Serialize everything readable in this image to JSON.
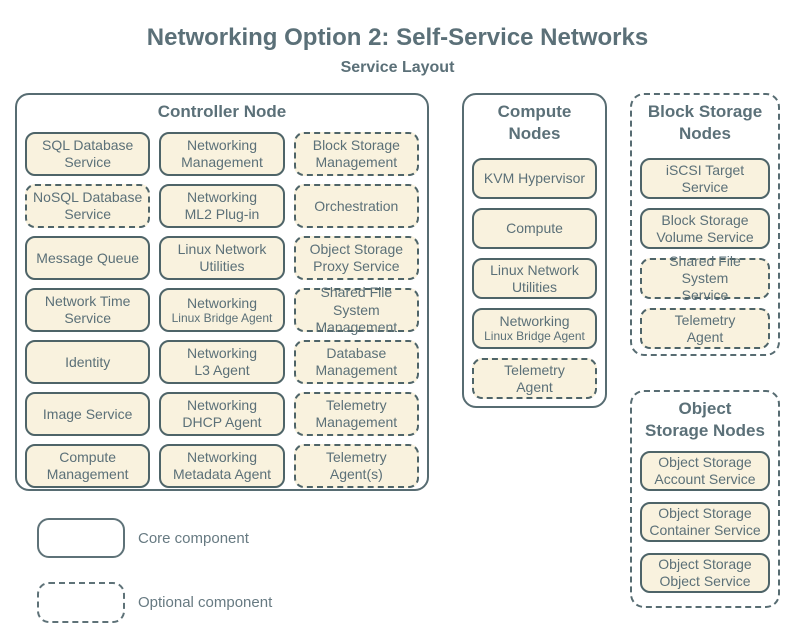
{
  "page": {
    "title": "Networking Option 2: Self-Service Networks",
    "subtitle": "Service Layout"
  },
  "colors": {
    "box_fill": "#f9f2de",
    "box_border": "#4e6468",
    "container_border": "#576c72",
    "text": "#5b7078",
    "legend_border": "#5e7278",
    "legend_text": "#677a82"
  },
  "containers": [
    {
      "id": "controller",
      "name": "controller-node",
      "title_lines": [
        "Controller Node"
      ],
      "border": "solid",
      "services": [
        {
          "lines": [
            "SQL Database",
            "Service"
          ],
          "type": "core"
        },
        {
          "lines": [
            "Networking",
            "Management"
          ],
          "type": "core"
        },
        {
          "lines": [
            "Block Storage",
            "Management"
          ],
          "type": "optional"
        },
        {
          "lines": [
            "NoSQL Database",
            "Service"
          ],
          "type": "optional"
        },
        {
          "lines": [
            "Networking",
            "ML2 Plug-in"
          ],
          "type": "core"
        },
        {
          "lines": [
            "Orchestration"
          ],
          "type": "optional"
        },
        {
          "lines": [
            "Message Queue"
          ],
          "type": "core"
        },
        {
          "lines": [
            "Linux Network",
            "Utilities"
          ],
          "type": "core"
        },
        {
          "lines": [
            "Object Storage",
            "Proxy Service"
          ],
          "type": "optional"
        },
        {
          "lines": [
            "Network Time",
            "Service"
          ],
          "type": "core"
        },
        {
          "lines": [
            "Networking",
            "Linux Bridge Agent"
          ],
          "small2": true,
          "type": "core"
        },
        {
          "lines": [
            "Shared File System",
            "Management"
          ],
          "type": "optional"
        },
        {
          "lines": [
            "Identity"
          ],
          "type": "core"
        },
        {
          "lines": [
            "Networking",
            "L3 Agent"
          ],
          "type": "core"
        },
        {
          "lines": [
            "Database",
            "Management"
          ],
          "type": "optional"
        },
        {
          "lines": [
            "Image Service"
          ],
          "type": "core"
        },
        {
          "lines": [
            "Networking",
            "DHCP Agent"
          ],
          "type": "core"
        },
        {
          "lines": [
            "Telemetry",
            "Management"
          ],
          "type": "optional"
        },
        {
          "lines": [
            "Compute",
            "Management"
          ],
          "type": "core"
        },
        {
          "lines": [
            "Networking",
            "Metadata Agent"
          ],
          "type": "core"
        },
        {
          "lines": [
            "Telemetry",
            "Agent(s)"
          ],
          "type": "optional"
        }
      ]
    },
    {
      "id": "compute",
      "name": "compute-nodes",
      "title_lines": [
        "Compute",
        "Nodes"
      ],
      "border": "solid",
      "services": [
        {
          "lines": [
            "KVM Hypervisor"
          ],
          "type": "core"
        },
        {
          "lines": [
            "Compute"
          ],
          "type": "core"
        },
        {
          "lines": [
            "Linux Network",
            "Utilities"
          ],
          "type": "core"
        },
        {
          "lines": [
            "Networking",
            "Linux Bridge Agent"
          ],
          "small2": true,
          "type": "core"
        },
        {
          "lines": [
            "Telemetry",
            "Agent"
          ],
          "type": "optional"
        }
      ]
    },
    {
      "id": "block",
      "name": "block-storage-nodes",
      "title_lines": [
        "Block Storage",
        "Nodes"
      ],
      "border": "dashed",
      "services": [
        {
          "lines": [
            "iSCSI Target",
            "Service"
          ],
          "type": "core"
        },
        {
          "lines": [
            "Block Storage",
            "Volume Service"
          ],
          "type": "core"
        },
        {
          "lines": [
            "Shared File System",
            "Service"
          ],
          "type": "optional"
        },
        {
          "lines": [
            "Telemetry",
            "Agent"
          ],
          "type": "optional"
        }
      ]
    },
    {
      "id": "object",
      "name": "object-storage-nodes",
      "title_lines": [
        "Object",
        "Storage Nodes"
      ],
      "border": "dashed",
      "services": [
        {
          "lines": [
            "Object Storage",
            "Account Service"
          ],
          "type": "core"
        },
        {
          "lines": [
            "Object Storage",
            "Container Service"
          ],
          "type": "core"
        },
        {
          "lines": [
            "Object Storage",
            "Object Service"
          ],
          "type": "core"
        }
      ]
    }
  ],
  "legend": {
    "core_label": "Core component",
    "optional_label": "Optional component"
  }
}
